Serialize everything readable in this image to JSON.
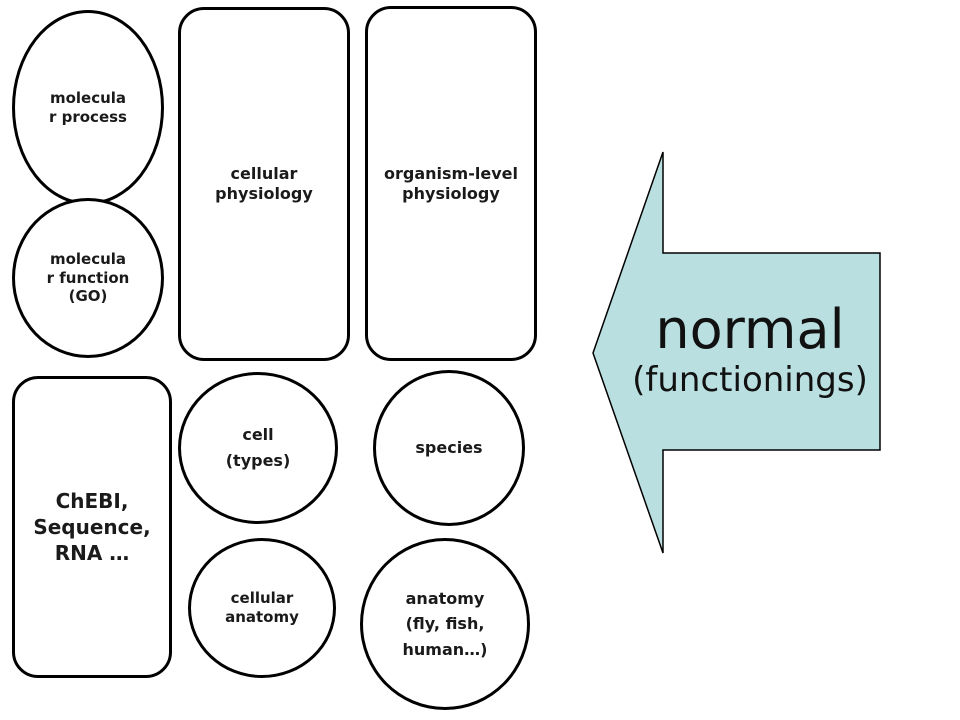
{
  "shapes": {
    "molecular_process": "molecula\nr process",
    "molecular_function": "molecula\nr function\n(GO)",
    "chebi": "ChEBI,\nSequence,\nRNA …",
    "cellular_physiology": "cellular\nphysiology",
    "organism_physiology": "organism-level\nphysiology",
    "cell_types": "cell\n(types)",
    "species": "species",
    "cellular_anatomy": "cellular\nanatomy",
    "anatomy": "anatomy\n(fly, fish,\nhuman…)"
  },
  "arrow": {
    "title": "normal",
    "subtitle": "(functionings)"
  },
  "colors": {
    "arrow_fill": "#b9dfe0",
    "stroke": "#000000"
  }
}
